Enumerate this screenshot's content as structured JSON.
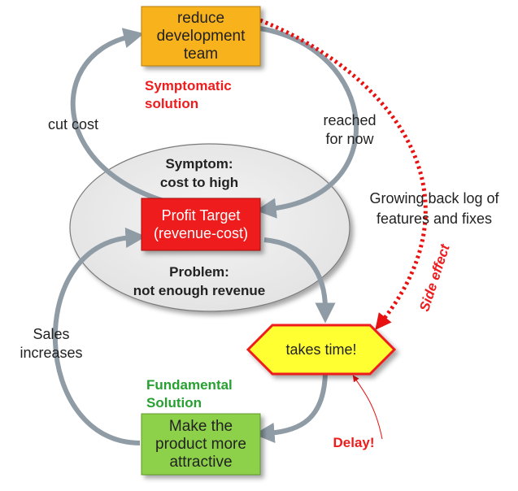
{
  "colors": {
    "orange": "#f7b21a",
    "red_box": "#ee1b1b",
    "green": "#8dd04a",
    "yellow": "#ffff33",
    "arrow": "#8f9ca6",
    "red_dots": "#e81010",
    "symptomatic": "#ee1c1c",
    "fundamental": "#27a032"
  },
  "boxes": {
    "reduce": [
      "reduce",
      "development",
      "team"
    ],
    "profit": [
      "Profit Target",
      "(revenue-cost)"
    ],
    "product": [
      "Make the",
      "product more",
      "attractive"
    ],
    "delay_box": "takes time!"
  },
  "labels": {
    "symptomatic": [
      "Symptomatic",
      "solution"
    ],
    "cut_cost": "cut cost",
    "reached": [
      "reached",
      "for now"
    ],
    "symptom": [
      "Symptom:",
      "cost to high"
    ],
    "problem": [
      "Problem:",
      "not enough revenue"
    ],
    "growing": [
      "Growing back log of",
      "features and fixes"
    ],
    "side_effect": "Side effect",
    "sales": [
      "Sales",
      "increases"
    ],
    "fundamental": [
      "Fundamental",
      "Solution"
    ],
    "delay": "Delay!"
  }
}
